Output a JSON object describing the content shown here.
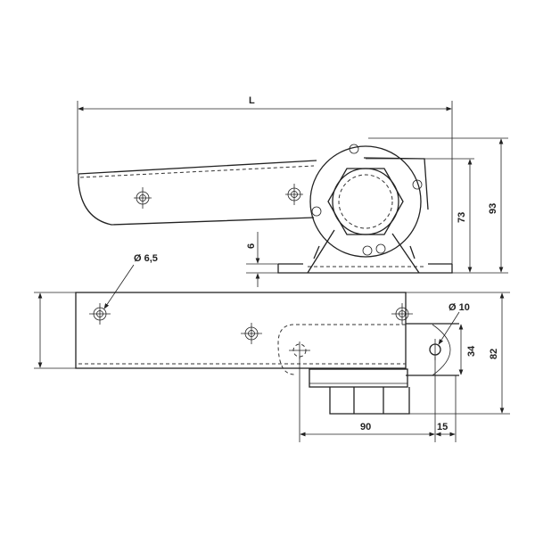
{
  "dimensions": {
    "length": "L",
    "height_total": "93",
    "height_axis": "73",
    "base_thickness": "6",
    "hole_small": "Ø 6,5",
    "hole_large": "Ø 10",
    "width_total": "82",
    "slot_width": "34",
    "hole_spacing": "90",
    "hole_offset": "15"
  }
}
